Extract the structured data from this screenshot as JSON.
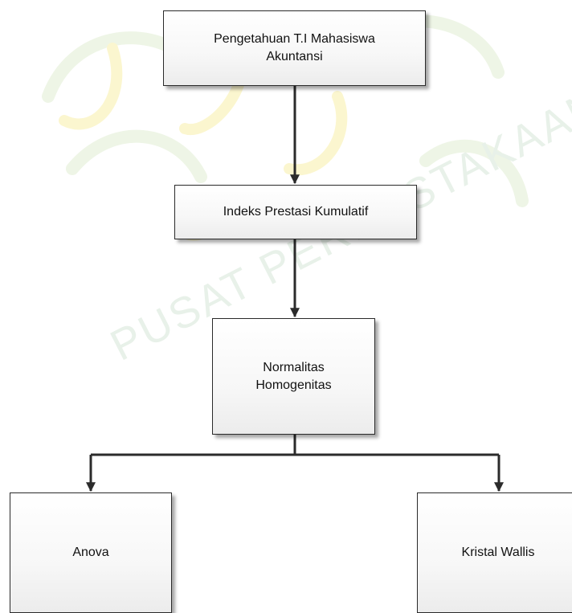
{
  "nodes": {
    "n1": {
      "line1": "Pengetahuan T.I Mahasiswa",
      "line2": "Akuntansi"
    },
    "n2": {
      "line1": "Indeks Prestasi Kumulatif"
    },
    "n3": {
      "line1": "Normalitas",
      "line2": "Homogenitas"
    },
    "n4": {
      "line1": "Anova"
    },
    "n5": {
      "line1": "Kristal Wallis"
    }
  },
  "watermark": {
    "text": "PUSAT PERPUSTAKAAN",
    "color": "#e9f3ea"
  },
  "colors": {
    "line": "#2b2b2b",
    "box_border": "#2a2a2a"
  }
}
